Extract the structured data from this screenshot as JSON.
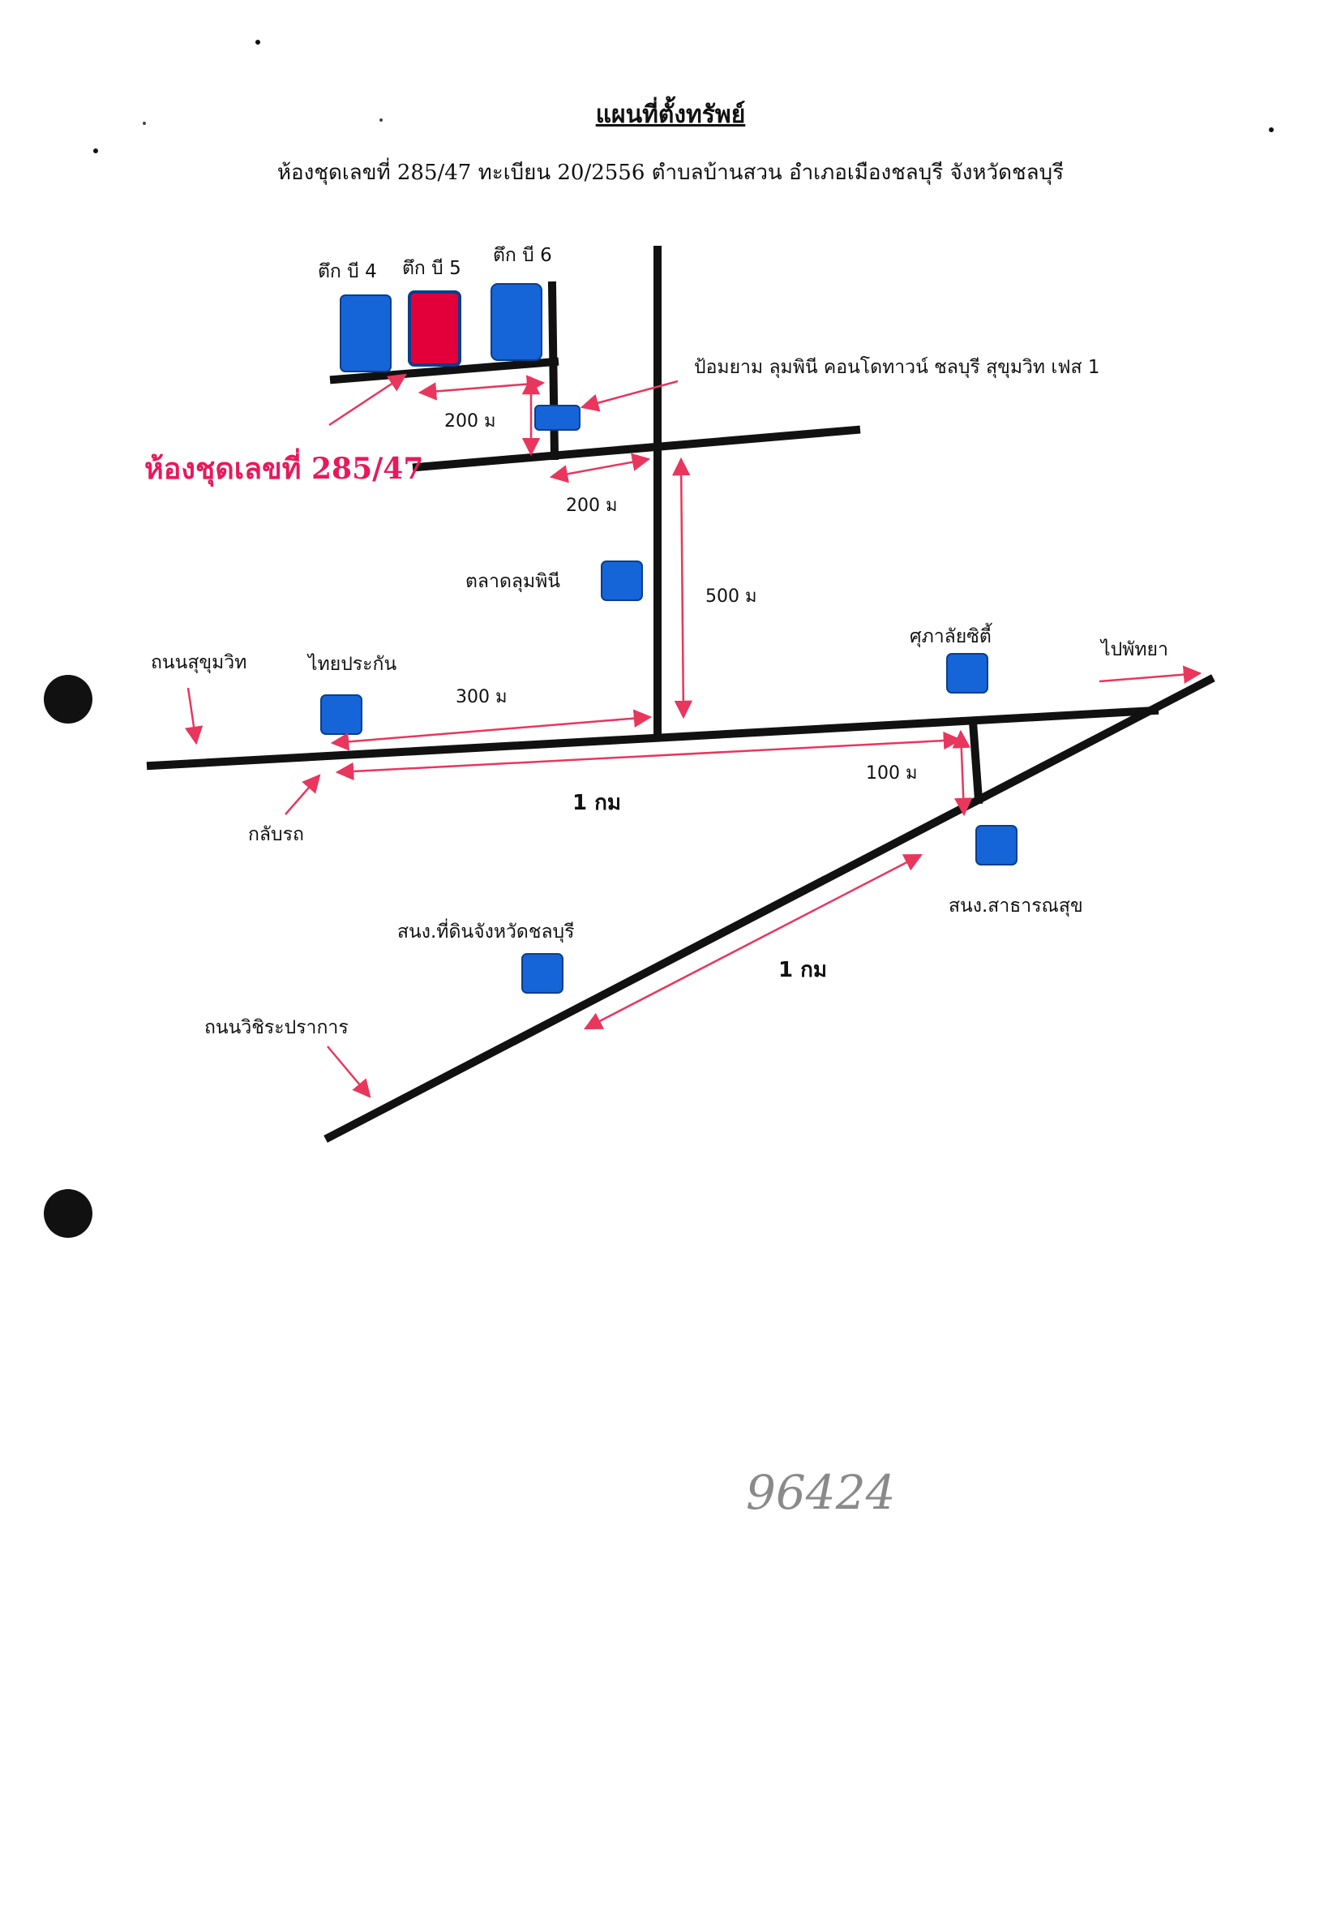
{
  "document": {
    "title": "แผนที่ตั้งทรัพย์",
    "subtitle": "ห้องชุดเลขที่  285/47 ทะเบียน 20/2556   ตำบลบ้านสวน  อำเภอเมืองชลบุรี  จังหวัดชลบุรี"
  },
  "map": {
    "buildings": {
      "b4": "ตึก บี 4",
      "b5": "ตึก บี 5",
      "b6": "ตึก บี 6"
    },
    "unit_label": "ห้องชุดเลขที่ 285/47",
    "landmarks": {
      "guard": "ป้อมยาม ลุมพินี คอนโดทาวน์ ชลบุรี สุขุมวิท เฟส 1",
      "market": "ตลาดลุมพินี",
      "thai_insurance": "ไทยประกัน",
      "supalai": "ศุภาลัยซิตี้",
      "health_office": "สนง.สาธารณสุข",
      "land_office": "สนง.ที่ดินจังหวัดชลบุรี"
    },
    "roads": {
      "sukhumvit": "ถนนสุขุมวิท",
      "wichit": "ถนนวิชิระปราการ",
      "to_pattaya": "ไปพัทยา",
      "u_turn": "กลับรถ"
    },
    "distances": {
      "d1": "200 ม",
      "d2": "200 ม",
      "d3": "500 ม",
      "d4": "300 ม",
      "d5": "1 กม",
      "d6": "100 ม",
      "d7": "1 กม"
    },
    "colors": {
      "road": "#111111",
      "building": "#1565d8",
      "subject_unit": "#e3003a",
      "arrow": "#e8365d",
      "label_red": "#e8195a"
    },
    "handwritten_number": "96424"
  }
}
